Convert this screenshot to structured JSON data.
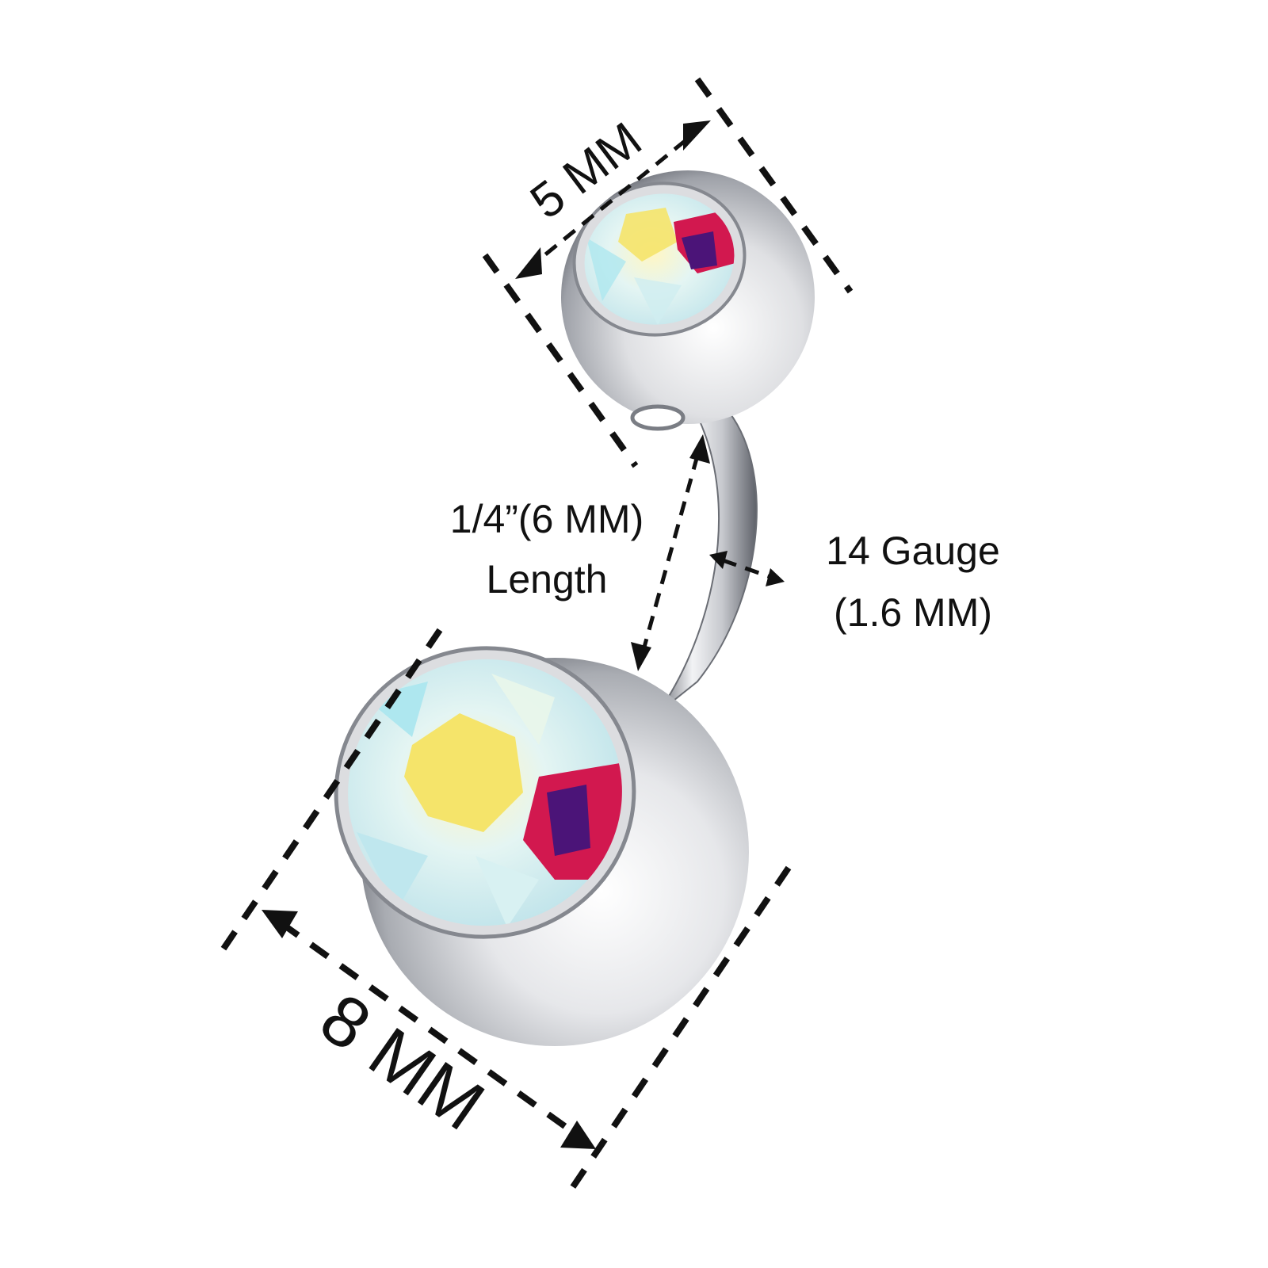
{
  "product": {
    "material": "steel",
    "colors": {
      "steel_light": "#f4f4f6",
      "steel_mid": "#b9bcc2",
      "steel_dark": "#5b5e66",
      "crystal_yellow": "#f5e46a",
      "crystal_cyan": "#aee7ef",
      "crystal_magenta": "#d2184f",
      "crystal_purple": "#4b1478",
      "ink": "#111111"
    }
  },
  "dimensions": {
    "top_ball": "5 MM",
    "bottom_ball": "8 MM",
    "length_line1": "1/4”(6 MM)",
    "length_line2": "Length",
    "gauge_line1": "14 Gauge",
    "gauge_line2": "(1.6 MM)"
  }
}
